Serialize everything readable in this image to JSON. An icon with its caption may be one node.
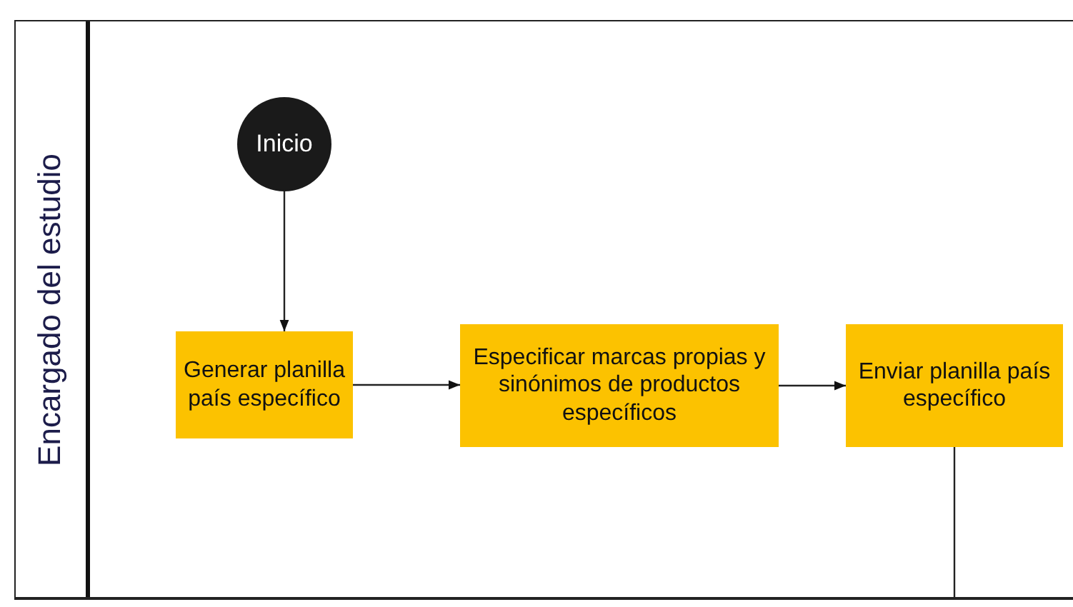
{
  "diagram": {
    "nodes": [
      {
        "text": [
          "Encargado del estudio"
        ]
      },
      {
        "text": [
          "Inicio"
        ],
        "in": 0
      },
      {
        "text": [
          "Generar planilla país específico"
        ],
        "in": 0
      },
      {
        "text": [
          "Especificar marcas propias y sinónimos de productos específicos"
        ],
        "in": 0
      },
      {
        "text": [
          "Enviar planilla país específico"
        ],
        "in": 0
      }
    ],
    "edges": [
      {
        "from": 1,
        "to": 2,
        "arrow": "to"
      },
      {
        "from": 2,
        "to": 3,
        "arrow": "to"
      },
      {
        "from": 3,
        "to": 4,
        "arrow": "to"
      },
      {
        "from": 4,
        "to": null,
        "arrow": "none"
      }
    ]
  }
}
